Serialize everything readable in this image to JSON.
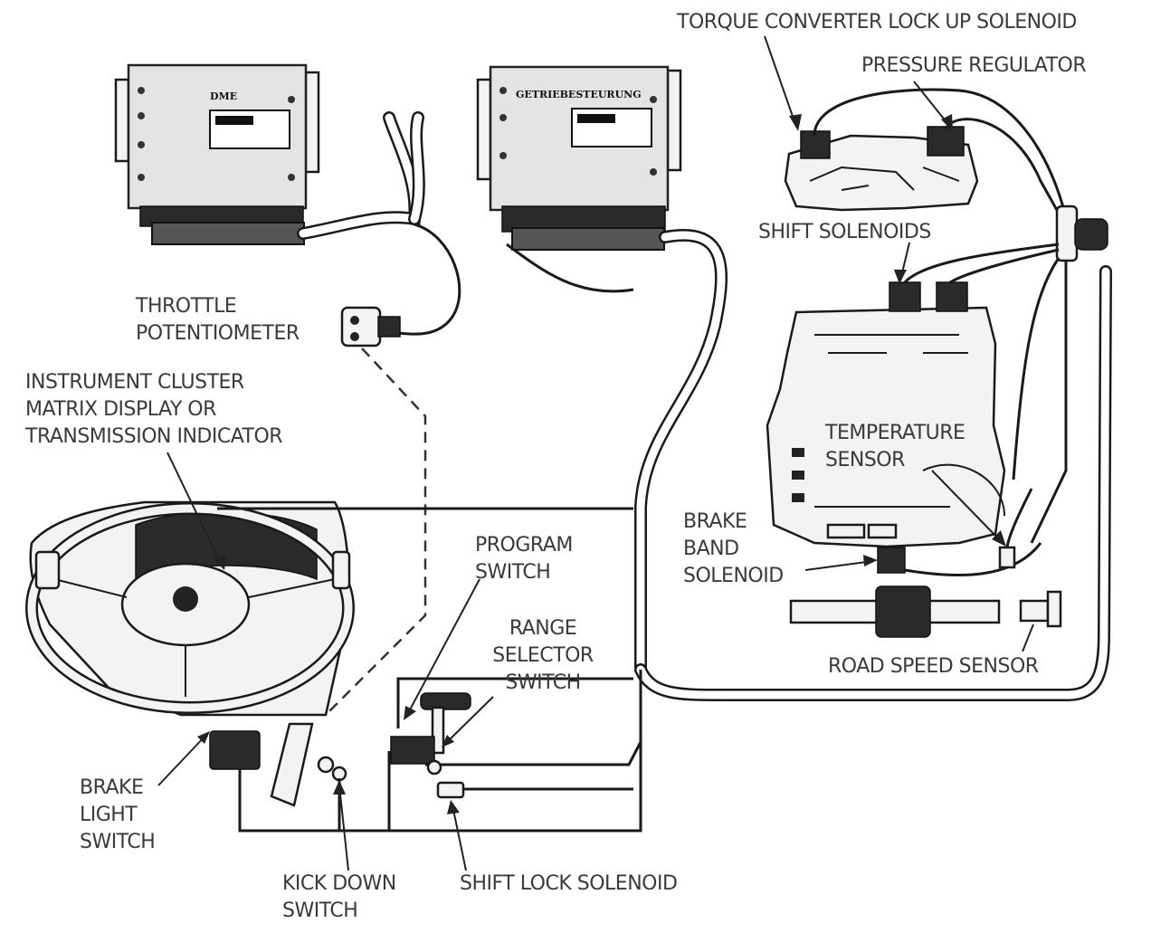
{
  "modules": {
    "dme": "DME",
    "getriebesteuerung": "GETRIEBESTEURUNG"
  },
  "labels": {
    "torque_converter": "TORQUE CONVERTER LOCK UP SOLENOID",
    "pressure_regulator": "PRESSURE REGULATOR",
    "shift_solenoids": "SHIFT SOLENOIDS",
    "throttle": [
      "THROTTLE",
      "POTENTIOMETER"
    ],
    "instrument_cluster": [
      "INSTRUMENT CLUSTER",
      "MATRIX DISPLAY OR",
      "TRANSMISSION INDICATOR"
    ],
    "temperature_sensor": [
      "TEMPERATURE",
      "SENSOR"
    ],
    "brake_band": [
      "BRAKE",
      "BAND",
      "SOLENOID"
    ],
    "program_switch": [
      "PROGRAM",
      "SWITCH"
    ],
    "range_selector": [
      "RANGE",
      "SELECTOR",
      "SWITCH"
    ],
    "road_speed": "ROAD SPEED SENSOR",
    "brake_light": [
      "BRAKE",
      "LIGHT",
      "SWITCH"
    ],
    "kick_down": [
      "KICK DOWN",
      "SWITCH"
    ],
    "shift_lock": "SHIFT LOCK SOLENOID"
  }
}
